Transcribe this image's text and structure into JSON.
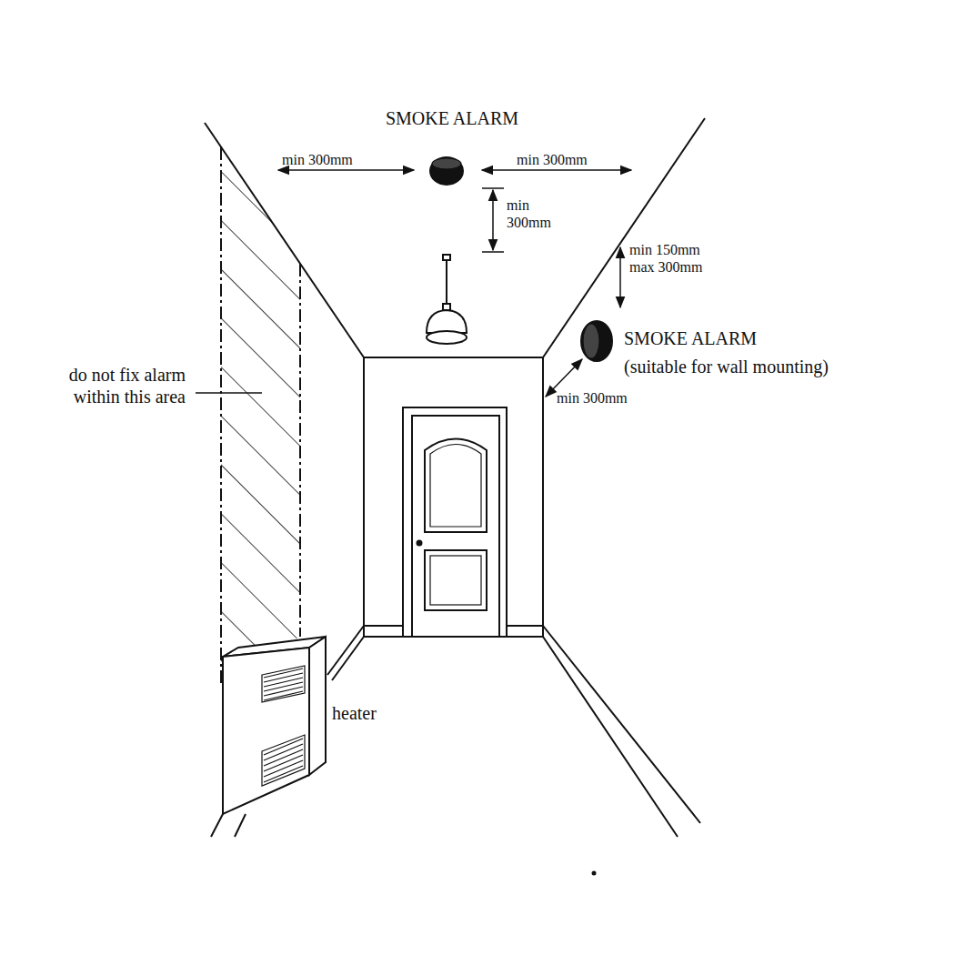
{
  "diagram": {
    "labels": [
      "SMOKE ALARM",
      "min 300mm",
      "min 300mm",
      "min 300mm",
      "min 150mm max 300mm",
      "SMOKE ALARM",
      "(suitable for wall mounting)",
      "min 300mm",
      "do not fix alarm within this area",
      "heater"
    ]
  }
}
